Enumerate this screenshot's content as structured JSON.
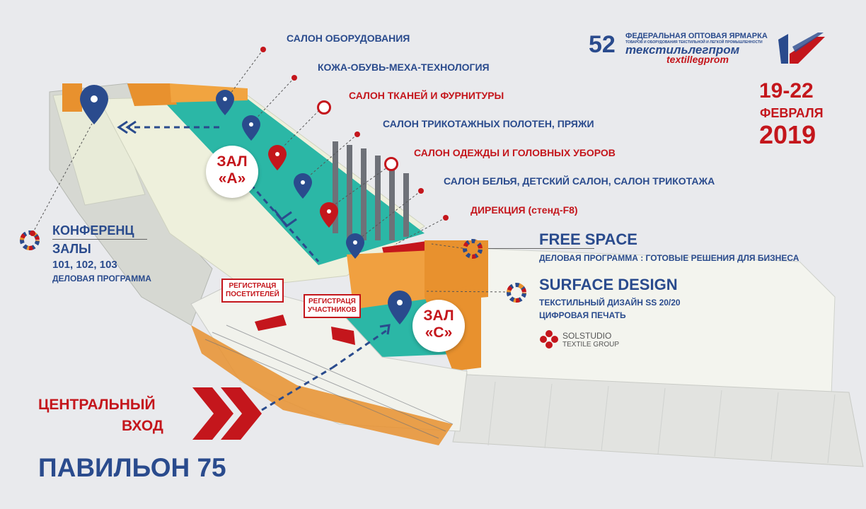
{
  "header": {
    "number": "52",
    "fair_title": "ФЕДЕРАЛЬНАЯ ОПТОВАЯ ЯРМАРКА",
    "fair_subtitle": "ТОВАРОВ И ОБОРУДОВАНИЯ ТЕКСТИЛЬНОЙ И ЛЕГКОЙ ПРОМЫШЛЕННОСТИ",
    "brand_ru": "текстильлегпром",
    "brand_en": "textillegprom",
    "dates": "19-22",
    "month": "ФЕВРАЛЯ",
    "year": "2019"
  },
  "salons": [
    {
      "label": "САЛОН ОБОРУДОВАНИЯ",
      "color": "#2a4b8d"
    },
    {
      "label": "КОЖА-ОБУВЬ-МЕХА-ТЕХНОЛОГИЯ",
      "color": "#2a4b8d"
    },
    {
      "label": "САЛОН ТКАНЕЙ И ФУРНИТУРЫ",
      "color": "#c4161c"
    },
    {
      "label": "САЛОН ТРИКОТАЖНЫХ ПОЛОТЕН, ПРЯЖИ",
      "color": "#2a4b8d"
    },
    {
      "label": "САЛОН ОДЕЖДЫ И ГОЛОВНЫХ УБОРОВ",
      "color": "#c4161c"
    },
    {
      "label": "САЛОН БЕЛЬЯ, ДЕТСКИЙ САЛОН, САЛОН ТРИКОТАЖА",
      "color": "#2a4b8d"
    },
    {
      "label": "ДИРЕКЦИЯ (стенд-F8)",
      "color": "#c4161c"
    }
  ],
  "conference": {
    "title_line1": "КОНФЕРЕНЦ",
    "title_line2": "ЗАЛЫ",
    "rooms": "101, 102, 103",
    "program": "ДЕЛОВАЯ ПРОГРАММА"
  },
  "free_space": {
    "title": "FREE SPACE",
    "subtitle": "ДЕЛОВАЯ ПРОГРАММА : ГОТОВЫЕ РЕШЕНИЯ ДЛЯ БИЗНЕСА"
  },
  "surface_design": {
    "title": "SURFACE DESIGN",
    "line1": "ТЕКСТИЛЬНЫЙ ДИЗАЙН SS 20/20",
    "line2": "ЦИФРОВАЯ ПЕЧАТЬ"
  },
  "solstudio": {
    "name": "SOLSTUDIO",
    "group": "TEXTILE GROUP"
  },
  "halls": {
    "a_word": "ЗАЛ",
    "a_letter": "«А»",
    "c_word": "ЗАЛ",
    "c_letter": "«С»"
  },
  "registration": {
    "visitors_line1": "РЕГИСТРАЦЯ",
    "visitors_line2": "ПОСЕТИТЕЛЕЙ",
    "participants_line1": "РЕГИСТРАЦЯ",
    "participants_line2": "УЧАСТНИКОВ"
  },
  "entrance": {
    "line1": "ЦЕНТРАЛЬНЫЙ",
    "line2": "ВХОД"
  },
  "pavilion": "ПАВИЛЬОН 75",
  "colors": {
    "blue": "#2a4b8d",
    "red": "#c4161c",
    "teal": "#2bb7a6",
    "orange": "#e8912e",
    "background": "#e9eaed"
  }
}
